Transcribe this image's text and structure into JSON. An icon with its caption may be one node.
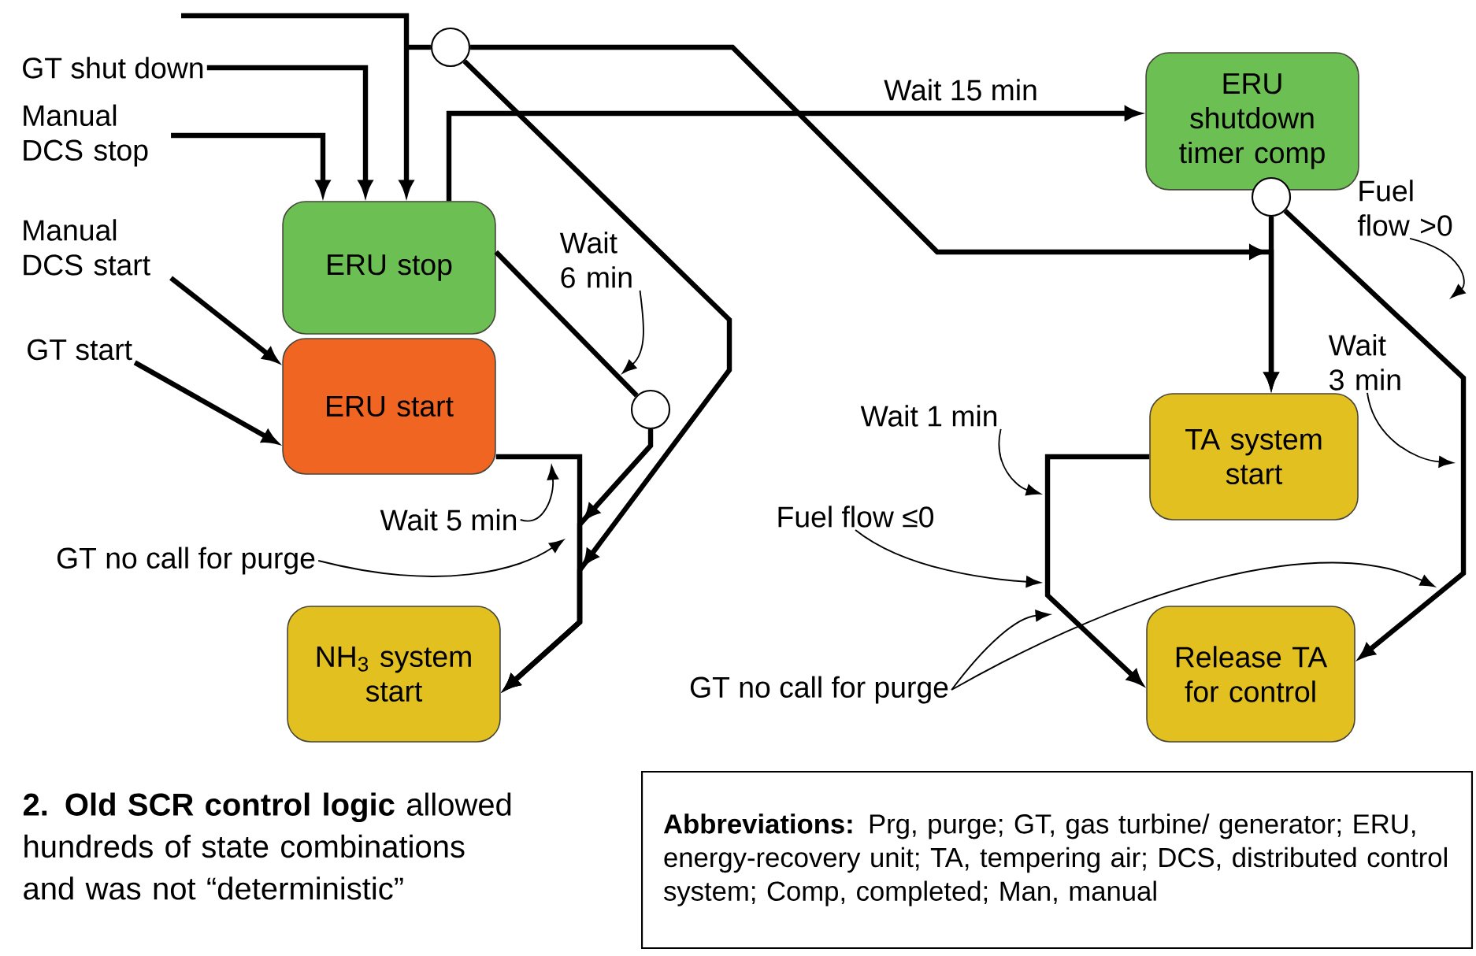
{
  "diagram": {
    "caption": "**2. Old SCR control logic** allowed hundreds of state combinations and was not “deterministic”",
    "nodes": [
      {
        "text": [
          "GT shut down"
        ]
      },
      {
        "text": [
          "Manual DCS stop"
        ]
      },
      {
        "text": [
          "Manual DCS start"
        ]
      },
      {
        "text": [
          "GT start"
        ]
      },
      {
        "text": [
          "ERU stop"
        ]
      },
      {
        "text": [
          "ERU start"
        ]
      },
      {
        "text": [
          "NH$_{3}$ system start"
        ]
      },
      {
        "text": [
          "ERU shutdown timer comp"
        ]
      },
      {
        "text": [
          "TA system start"
        ]
      },
      {
        "text": [
          "Release TA for control"
        ]
      },
      {
        "text": [],
        "shape": "circle"
      },
      {
        "text": [],
        "shape": "circle"
      },
      {
        "text": [],
        "shape": "circle"
      },
      {
        "text": [
          "Wait 6 min"
        ]
      },
      {
        "text": [
          "Wait 5 min"
        ]
      },
      {
        "text": [
          "GT no call for purge"
        ]
      },
      {
        "text": [
          "Wait 1 min"
        ]
      },
      {
        "text": [
          "Fuel flow ≤0"
        ]
      },
      {
        "text": [
          "GT no call for purge"
        ]
      },
      {
        "text": [
          "Fuel flow >0"
        ]
      },
      {
        "text": [
          "Wait 3 min"
        ]
      },
      {
        "text": [
          "**Abbreviations:** Prg, purge; GT, gas turbine/ generator; ERU, energy-recovery unit; TA, tempering air; DCS, distributed control system; Comp, completed; Man, manual"
        ]
      }
    ],
    "edges": [
      {
        "from": null,
        "to": 4,
        "arrow": "to"
      },
      {
        "from": null,
        "to": 10,
        "arrow": "none"
      },
      {
        "from": 0,
        "to": 4,
        "arrow": "to"
      },
      {
        "from": 1,
        "to": 4,
        "arrow": "to"
      },
      {
        "from": 2,
        "to": 5,
        "arrow": "to"
      },
      {
        "from": 3,
        "to": 5,
        "arrow": "to"
      },
      {
        "from": 4,
        "to": 7,
        "arrow": "to",
        "label": "Wait 15 min"
      },
      {
        "from": 4,
        "to": 11,
        "arrow": "none"
      },
      {
        "from": 11,
        "to": 6,
        "arrow": "to"
      },
      {
        "from": 5,
        "to": 6,
        "arrow": "to"
      },
      {
        "from": 10,
        "to": 6,
        "arrow": "to"
      },
      {
        "from": 10,
        "to": 8,
        "arrow": "to"
      },
      {
        "from": 12,
        "to": 8,
        "arrow": "to"
      },
      {
        "from": 12,
        "to": 9,
        "arrow": "to"
      },
      {
        "from": 8,
        "to": 9,
        "arrow": "to"
      },
      {
        "from": 13,
        "to": null,
        "arrow": "to"
      },
      {
        "from": 14,
        "to": null,
        "arrow": "to"
      },
      {
        "from": 15,
        "to": null,
        "arrow": "to"
      },
      {
        "from": 16,
        "to": null,
        "arrow": "to"
      },
      {
        "from": 17,
        "to": null,
        "arrow": "to"
      },
      {
        "from": 18,
        "to": null,
        "arrow": "to"
      },
      {
        "from": 18,
        "to": null,
        "arrow": "to"
      },
      {
        "from": 19,
        "to": null,
        "arrow": "to"
      },
      {
        "from": 20,
        "to": null,
        "arrow": "to"
      }
    ]
  }
}
